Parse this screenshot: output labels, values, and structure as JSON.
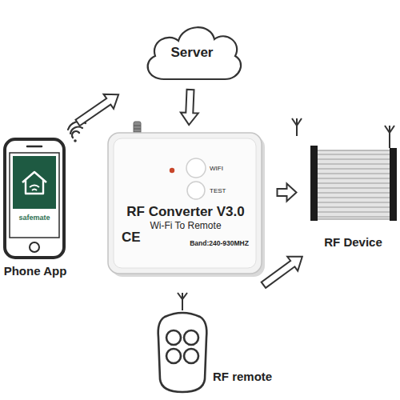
{
  "diagram": {
    "nodes": [
      {
        "text": [
          "Server"
        ]
      },
      {
        "text": [
          "safemate",
          "Phone App"
        ]
      },
      {
        "text": [
          "WIFI",
          "TEST",
          "RF Converter V3.0",
          "Wi-Fi To Remote",
          "CE",
          "Band:240-930MHZ"
        ]
      },
      {
        "text": [
          "RF Device"
        ]
      },
      {
        "text": [
          "RF remote"
        ]
      }
    ],
    "edges": [
      {
        "from": 1,
        "to": 0,
        "arrow": "to"
      },
      {
        "from": 0,
        "to": 2,
        "arrow": "to"
      },
      {
        "from": 2,
        "to": 3,
        "arrow": "to"
      },
      {
        "from": 4,
        "to": 3,
        "arrow": "to"
      }
    ]
  }
}
